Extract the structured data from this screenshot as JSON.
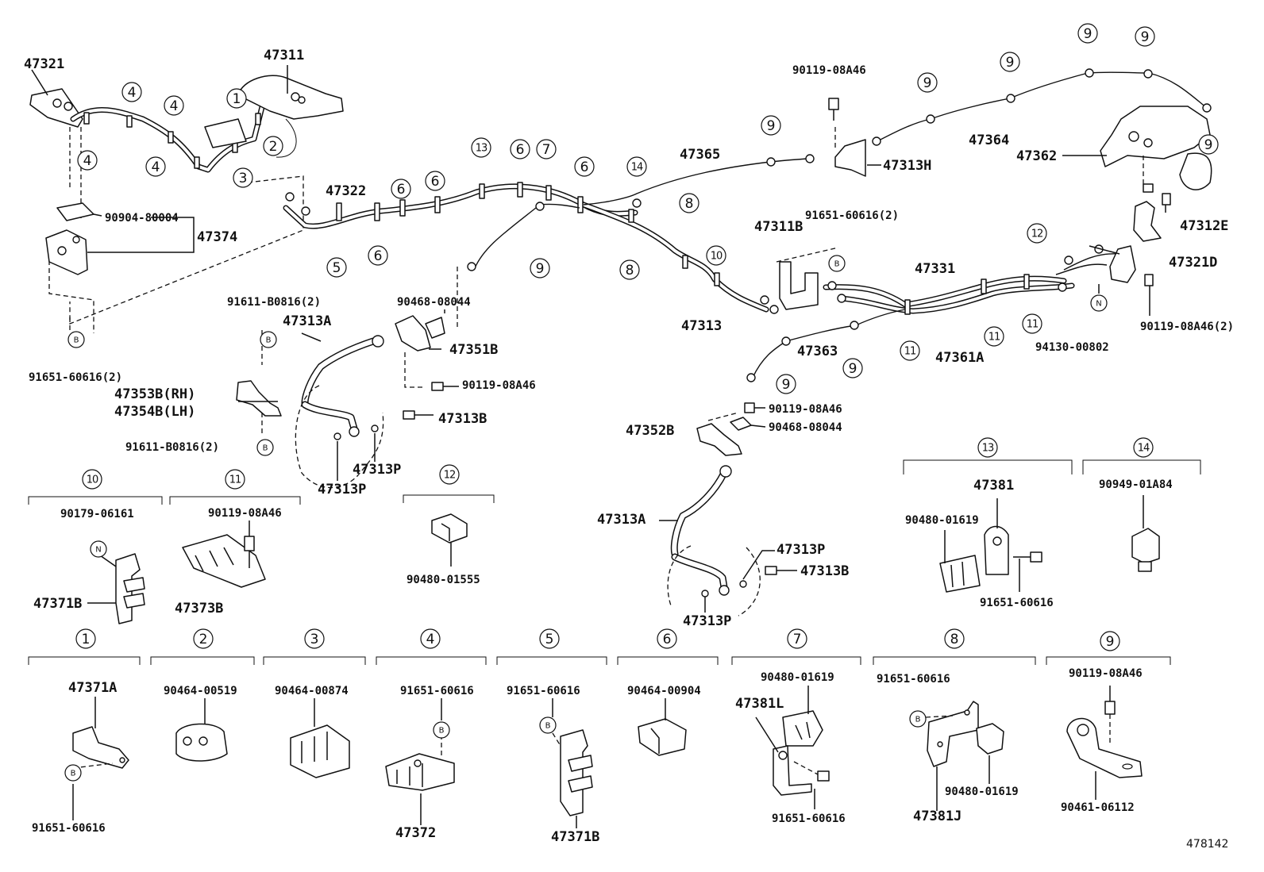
{
  "part_labels": [
    "47321",
    "47311",
    "90904-80004",
    "47374",
    "91651-60616(2)",
    "47322",
    "90119-08A46",
    "47365",
    "47364",
    "47362",
    "47313H",
    "47312E",
    "47321D",
    "91651-60616(2)",
    "47311B",
    "47331",
    "90119-08A46(2)",
    "94130-00802",
    "47361A",
    "47363",
    "47313",
    "90468-08044",
    "47351B",
    "90119-08A46",
    "91611-B0816(2)",
    "47313A",
    "47353B(RH)",
    "47354B(LH)",
    "47313B",
    "91611-B0816(2)",
    "47313P",
    "47313P",
    "90119-08A46",
    "90468-08044",
    "47352B",
    "47313A",
    "47313P",
    "47313B",
    "47313P",
    "47381",
    "90949-01A84",
    "90480-01619",
    "91651-60616",
    "90179-06161",
    "90119-08A46",
    "47371B",
    "47373B",
    "90480-01555",
    "47371A",
    "90464-00519",
    "90464-00874",
    "91651-60616",
    "91651-60616",
    "90464-00904",
    "90480-01619",
    "47381L",
    "91651-60616",
    "90119-08A46",
    "91651-60616",
    "47372",
    "47371B",
    "91651-60616",
    "47381J",
    "90480-01619",
    "90461-06112"
  ],
  "callouts": [
    "1",
    "2",
    "3",
    "4",
    "5",
    "6",
    "7",
    "8",
    "9",
    "10",
    "11",
    "12",
    "13",
    "14"
  ],
  "letter_markers": {
    "b": "B",
    "n": "N"
  },
  "figure_id": "478142"
}
